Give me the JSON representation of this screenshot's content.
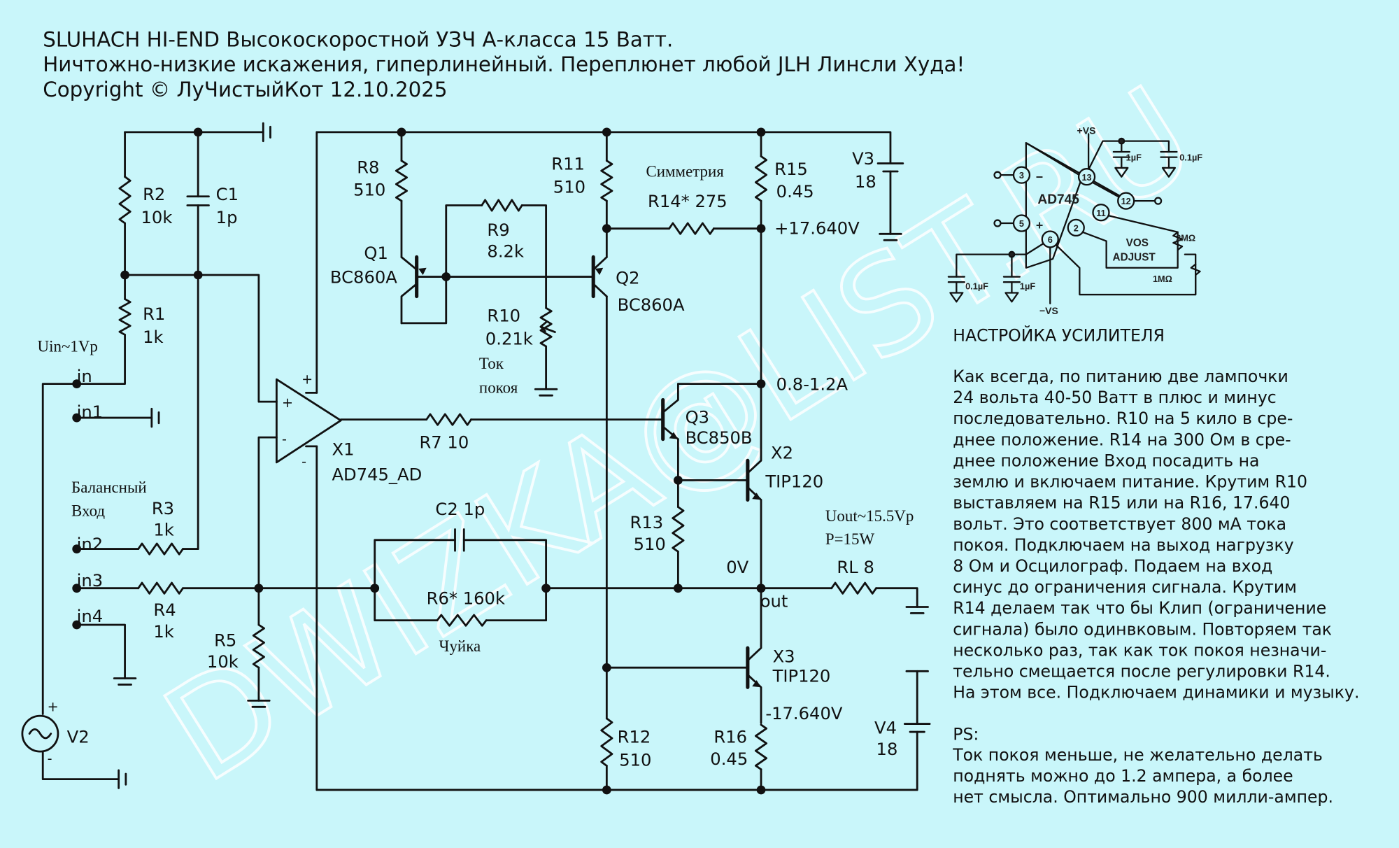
{
  "title": {
    "line1": "SLUHACH HI-END Высокоскоростной УЗЧ А-класса 15 Ватт.",
    "line2": "Ничтожно-низкие искажения, гиперлинейный. Переплюнет любой JLH Линсли Худа!",
    "line3": "Copyright © ЛуЧистыйКот 12.10.2025"
  },
  "watermark": "DWIZKA@LIST.RU",
  "colors": {
    "background": "#c9f6fa",
    "wire": "#111111"
  },
  "schematic": {
    "inputs": {
      "uin": "Uin~1Vp",
      "in": "in",
      "in1": "in1",
      "in2": "in2",
      "in3": "in3",
      "in4": "in4",
      "balanced_1": "Балансный",
      "balanced_2": "Вход"
    },
    "R1": {
      "name": "R1",
      "value": "1k"
    },
    "R2": {
      "name": "R2",
      "value": "10k"
    },
    "C1": {
      "name": "C1",
      "value": "1p"
    },
    "R3": {
      "name": "R3",
      "value": "1k"
    },
    "R4": {
      "name": "R4",
      "value": "1k"
    },
    "R5": {
      "name": "R5",
      "value": "10k"
    },
    "V2": {
      "name": "V2",
      "plus": "+",
      "minus": "-"
    },
    "X1": {
      "name": "X1",
      "part": "AD745_AD",
      "in_plus": "+",
      "in_minus": "-",
      "sup_plus": "+",
      "sup_minus": "-"
    },
    "R7": {
      "label": "R7 10"
    },
    "C2": {
      "label": "C2 1p"
    },
    "R6": {
      "label": "R6* 160k",
      "note": "Чуйка"
    },
    "R8": {
      "name": "R8",
      "value": "510"
    },
    "Q1": {
      "name": "Q1",
      "part": "BC860A"
    },
    "R9": {
      "name": "R9",
      "value": "8.2k"
    },
    "R10": {
      "name": "R10",
      "value": "0.21k",
      "note1": "Ток",
      "note2": "покоя"
    },
    "R11": {
      "name": "R11",
      "value": "510"
    },
    "Q2": {
      "name": "Q2",
      "part": "BC860A"
    },
    "R14": {
      "label": "R14* 275",
      "note": "Симметрия"
    },
    "R15": {
      "name": "R15",
      "value": "0.45"
    },
    "V3": {
      "name": "V3",
      "value": "18"
    },
    "plus_voltage": "+17.640V",
    "current": "0.8-1.2A",
    "Q3": {
      "name": "Q3",
      "part": "BC850B"
    },
    "X2": {
      "name": "X2",
      "part": "TIP120"
    },
    "R13": {
      "name": "R13",
      "value": "510"
    },
    "zero": "0V",
    "out": "out",
    "RL": {
      "label": "RL 8"
    },
    "uout": "Uout~15.5Vp",
    "power": "P=15W",
    "X3": {
      "name": "X3",
      "part": "TIP120"
    },
    "minus_voltage": "-17.640V",
    "R12": {
      "name": "R12",
      "value": "510"
    },
    "R16": {
      "name": "R16",
      "value": "0.45"
    },
    "V4": {
      "name": "V4",
      "value": "18"
    }
  },
  "ad745_diagram": {
    "chip": "AD745",
    "vs_plus": "+VS",
    "vs_minus": "−VS",
    "pins": [
      "3",
      "5",
      "6",
      "2",
      "11",
      "12",
      "13"
    ],
    "minus": "−",
    "plus": "+",
    "cap_1uF": "1µF",
    "cap_01uF": "0.1µF",
    "vos": "VOS",
    "adjust": "ADJUST",
    "pot": "2MΩ",
    "res": "1MΩ"
  },
  "instructions": {
    "heading": "НАСТРОЙКА УСИЛИТЕЛЯ",
    "lines": [
      "Как всегда, по питанию две лампочки",
      "24 вольта 40-50 Ватт в плюс и минус",
      "последовательно. R10 на 5 кило в сре-",
      "днее положение. R14 на 300 Ом в сре-",
      "днее положение Вход посадить на",
      "землю и включаем питание. Крутим R10",
      "выставляем на R15 или на R16, 17.640",
      "вольт. Это соответствует 800 мА тока",
      "покоя. Подключаем на выход нагрузку",
      "8 Ом и Осцилограф. Подаем на вход",
      "синус до ограничения сигнала. Крутим",
      "R14 делаем так что бы Клип (ограничение",
      "сигнала) было одинвковым. Повторяем так",
      "несколько раз, так как ток покоя незначи-",
      "тельно смещается после регулировки R14.",
      "На этом все. Подключаем динамики и музыку."
    ],
    "ps_label": "PS:",
    "ps_lines": [
      "Ток покоя меньше, не желательно делать",
      "поднять можно до 1.2 ампера, а более",
      "нет смысла. Оптимально 900 милли-ампер."
    ]
  }
}
